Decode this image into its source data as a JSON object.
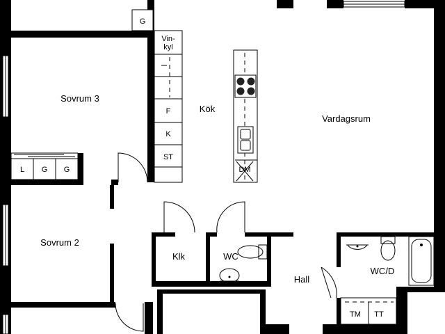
{
  "rooms": {
    "sovrum3": "Sovrum 3",
    "sovrum2": "Sovrum 2",
    "kok": "Kök",
    "vardagsrum": "Vardagsrum",
    "hall": "Hall",
    "klk": "Klk",
    "wc": "WC",
    "wcd": "WC/D"
  },
  "fixtures": {
    "g_top": "G",
    "vinkyl_line1": "Vin-",
    "vinkyl_line2": "kyl",
    "f": "F",
    "k": "K",
    "st": "ST",
    "dm": "DM",
    "l": "L",
    "g1": "G",
    "g2": "G",
    "tm": "TM",
    "tt": "TT"
  }
}
